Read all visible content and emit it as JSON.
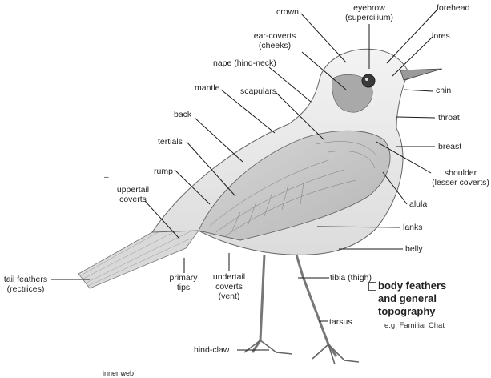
{
  "diagram": {
    "labels": {
      "crown": "crown",
      "eyebrow": "eyebrow",
      "supercilium": "(supercilium)",
      "forehead": "forehead",
      "ear_coverts": "ear-coverts",
      "cheeks": "(cheeks)",
      "lores": "lores",
      "nape": "nape (hind-neck)",
      "mantle": "mantle",
      "scapulars": "scapulars",
      "chin": "chin",
      "back": "back",
      "throat": "throat",
      "tertials": "tertials",
      "breast": "breast",
      "rump": "rump",
      "shoulder": "shoulder",
      "lesser_coverts": "(lesser coverts)",
      "uppertail": "uppertail",
      "coverts": "coverts",
      "alula": "alula",
      "lanks": "lanks",
      "belly": "belly",
      "tail_feathers": "tail feathers",
      "rectrices": "(rectrices)",
      "primary": "primary",
      "tips": "tips",
      "undertail": "undertail",
      "undertail_coverts": "coverts",
      "vent": "(vent)",
      "tibia": "tibia (thigh)",
      "tarsus": "tarsus",
      "hind_claw": "hind-claw",
      "inner_web": "inner web",
      "dash": "–"
    },
    "caption": {
      "title_line1": "body  feathers",
      "title_line2": "and  general",
      "title_line3": "topography",
      "subtitle": "e.g. Familiar Chat"
    }
  }
}
